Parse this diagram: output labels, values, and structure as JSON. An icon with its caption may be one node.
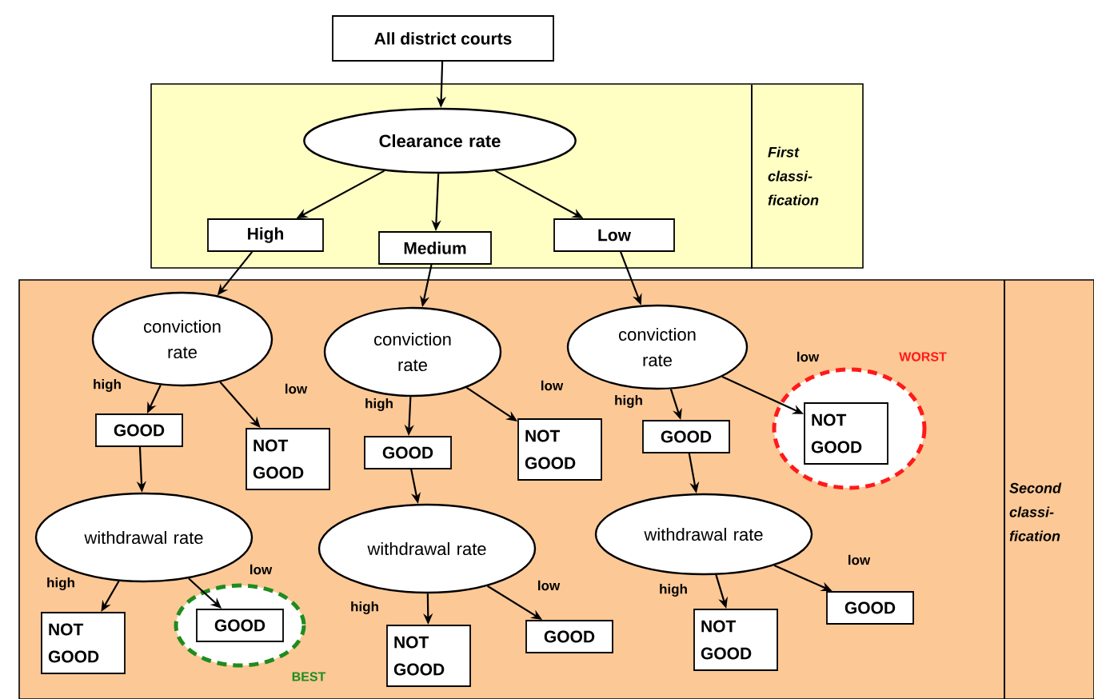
{
  "diagram": {
    "nodes": [
      {
        "text": [
          "All district courts"
        ]
      },
      {
        "text": [
          "First classi-fication"
        ]
      },
      {
        "text": [
          "Clearance rate"
        ],
        "in": 1
      },
      {
        "text": [
          "High"
        ],
        "in": 1
      },
      {
        "text": [
          "Medium"
        ],
        "in": 1
      },
      {
        "text": [
          "Low"
        ],
        "in": 1
      },
      {
        "text": [
          "Second classi-fication"
        ]
      },
      {
        "text": [
          "conviction rate"
        ],
        "in": 6
      },
      {
        "text": [
          "GOOD"
        ],
        "in": 6
      },
      {
        "text": [
          "NOT GOOD"
        ],
        "in": 6
      },
      {
        "text": [
          "withdrawal rate"
        ],
        "in": 6
      },
      {
        "text": [
          "NOT GOOD"
        ],
        "in": 6
      },
      {
        "text": [
          "GOOD"
        ],
        "in": 6,
        "beside": [
          "BEST"
        ]
      },
      {
        "text": [
          "conviction rate"
        ],
        "in": 6
      },
      {
        "text": [
          "GOOD"
        ],
        "in": 6
      },
      {
        "text": [
          "NOT GOOD"
        ],
        "in": 6
      },
      {
        "text": [
          "withdrawal rate"
        ],
        "in": 6
      },
      {
        "text": [
          "NOT GOOD"
        ],
        "in": 6
      },
      {
        "text": [
          "GOOD"
        ],
        "in": 6
      },
      {
        "text": [
          "conviction rate"
        ],
        "in": 6
      },
      {
        "text": [
          "GOOD"
        ],
        "in": 6
      },
      {
        "text": [
          "NOT GOOD"
        ],
        "in": 6,
        "beside": [
          "WORST"
        ]
      },
      {
        "text": [
          "withdrawal rate"
        ],
        "in": 6
      },
      {
        "text": [
          "NOT GOOD"
        ],
        "in": 6
      },
      {
        "text": [
          "GOOD"
        ],
        "in": 6
      }
    ],
    "edges": [
      {
        "from": 0,
        "to": 2,
        "arrow": "to"
      },
      {
        "from": 2,
        "to": 3,
        "arrow": "to"
      },
      {
        "from": 2,
        "to": 4,
        "arrow": "to"
      },
      {
        "from": 2,
        "to": 5,
        "arrow": "to"
      },
      {
        "from": 3,
        "to": 7,
        "arrow": "to"
      },
      {
        "from": 4,
        "to": 13,
        "arrow": "to"
      },
      {
        "from": 5,
        "to": 19,
        "arrow": "to"
      },
      {
        "from": 7,
        "to": 8,
        "arrow": "to",
        "label": "high"
      },
      {
        "from": 7,
        "to": 9,
        "arrow": "to",
        "label": "low"
      },
      {
        "from": 8,
        "to": 10,
        "arrow": "to"
      },
      {
        "from": 10,
        "to": 11,
        "arrow": "to",
        "label": "high"
      },
      {
        "from": 10,
        "to": 12,
        "arrow": "to",
        "label": "low"
      },
      {
        "from": 13,
        "to": 14,
        "arrow": "to",
        "label": "high"
      },
      {
        "from": 13,
        "to": 15,
        "arrow": "to",
        "label": "low"
      },
      {
        "from": 14,
        "to": 16,
        "arrow": "to"
      },
      {
        "from": 16,
        "to": 17,
        "arrow": "to",
        "label": "high"
      },
      {
        "from": 16,
        "to": 18,
        "arrow": "to",
        "label": "low"
      },
      {
        "from": 19,
        "to": 20,
        "arrow": "to",
        "label": "high"
      },
      {
        "from": 19,
        "to": 21,
        "arrow": "to",
        "label": "low"
      },
      {
        "from": 20,
        "to": 22,
        "arrow": "to"
      },
      {
        "from": 22,
        "to": 23,
        "arrow": "to",
        "label": "high"
      },
      {
        "from": 22,
        "to": 24,
        "arrow": "to",
        "label": "low"
      }
    ]
  }
}
